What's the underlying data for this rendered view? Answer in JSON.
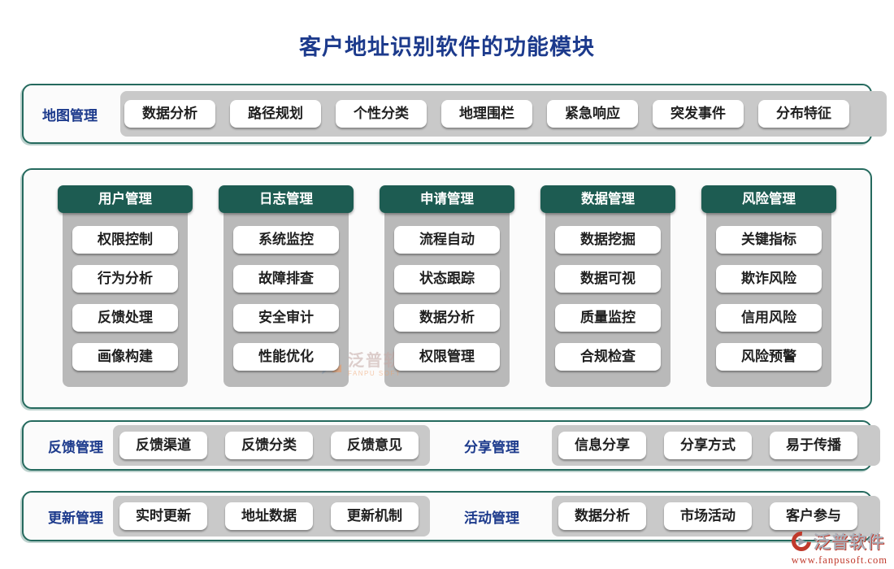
{
  "title": "客户地址识别软件的功能模块",
  "colors": {
    "title_blue": "#1c3a8c",
    "teal_border": "#256a5e",
    "teal_header": "#1d5c52",
    "strip_gray": "#c9c9c9",
    "column_gray": "#b9b9b9",
    "logo_red": "#c0392b"
  },
  "map_row": {
    "label": "地图管理",
    "buttons": [
      "数据分析",
      "路径规划",
      "个性分类",
      "地理围栏",
      "紧急响应",
      "突发事件",
      "分布特征"
    ]
  },
  "modules": [
    {
      "header": "用户管理",
      "items": [
        "权限控制",
        "行为分析",
        "反馈处理",
        "画像构建"
      ]
    },
    {
      "header": "日志管理",
      "items": [
        "系统监控",
        "故障排查",
        "安全审计",
        "性能优化"
      ]
    },
    {
      "header": "申请管理",
      "items": [
        "流程自动",
        "状态跟踪",
        "数据分析",
        "权限管理"
      ]
    },
    {
      "header": "数据管理",
      "items": [
        "数据挖掘",
        "数据可视",
        "质量监控",
        "合规检查"
      ]
    },
    {
      "header": "风险管理",
      "items": [
        "关键指标",
        "欺诈风险",
        "信用风险",
        "风险预警"
      ]
    }
  ],
  "feedback_share_row": {
    "groups": [
      {
        "label": "反馈管理",
        "buttons": [
          "反馈渠道",
          "反馈分类",
          "反馈意见"
        ]
      },
      {
        "label": "分享管理",
        "buttons": [
          "信息分享",
          "分享方式",
          "易于传播"
        ]
      }
    ]
  },
  "update_activity_row": {
    "groups": [
      {
        "label": "更新管理",
        "buttons": [
          "实时更新",
          "地址数据",
          "更新机制"
        ]
      },
      {
        "label": "活动管理",
        "buttons": [
          "数据分析",
          "市场活动",
          "客户参与"
        ]
      }
    ]
  },
  "watermark": {
    "text": "泛普软件",
    "subtext": "FANPU SOFT"
  },
  "logo": {
    "name": "泛普软件",
    "url": "www.fanpusoft.com"
  }
}
